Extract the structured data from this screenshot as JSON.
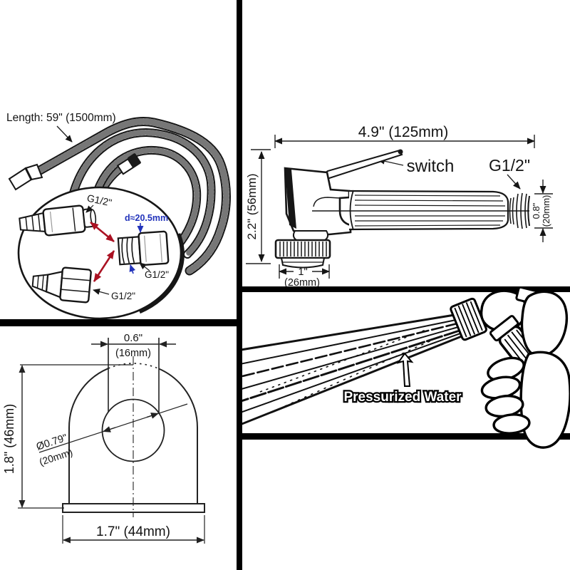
{
  "panels": {
    "hose": {
      "length_label": "Length: 59\" (1500mm)",
      "inset": {
        "thread_top": "G1/2\"",
        "diameter": "d≈20.5mm",
        "thread_mid": "G1/2\"",
        "thread_bottom": "G1/2\""
      }
    },
    "sprayer": {
      "overall_length": "4.9\" (125mm)",
      "overall_height": "2.2\" (56mm)",
      "switch_label": "switch",
      "thread_label": "G1/2\"",
      "outlet_in": "0.8\"",
      "outlet_mm": "(20mm)",
      "nozzle_in": "1\"",
      "nozzle_mm": "(26mm)"
    },
    "bracket": {
      "slot_in": "0.6\"",
      "slot_mm": "(16mm)",
      "height_label": "1.8\" (46mm)",
      "hole_in": "Ø0.79\"",
      "hole_mm": "(20mm)",
      "base_label": "1.7\" (44mm)"
    },
    "usage": {
      "label": "Pressurized Water"
    }
  },
  "colors": {
    "ink": "#141414",
    "dimension_blue": "#2233bb",
    "arrow_red": "#aa1122",
    "panel_divider": "#000000",
    "background": "#ffffff"
  }
}
